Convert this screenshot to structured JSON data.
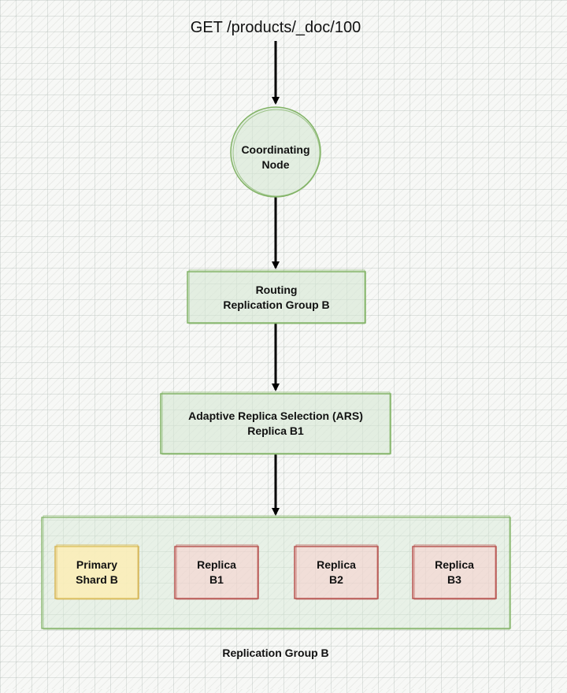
{
  "request": "GET /products/_doc/100",
  "coordinating_node": "Coordinating\nNode",
  "routing": "Routing\nReplication Group B",
  "ars": "Adaptive Replica Selection (ARS)\nReplica B1",
  "replication_group": {
    "caption": "Replication Group B",
    "shards": {
      "primary": "Primary\nShard B",
      "replica_b1": "Replica\nB1",
      "replica_b2": "Replica\nB2",
      "replica_b3": "Replica\nB3"
    }
  },
  "colors": {
    "node_green_stroke": "#82b366",
    "node_green_fill": "#d5e8d4",
    "primary_stroke": "#d6b656",
    "primary_fill": "#fff2cc",
    "replica_stroke": "#b85450",
    "replica_fill": "#f8cecc",
    "arrow": "#000000"
  }
}
